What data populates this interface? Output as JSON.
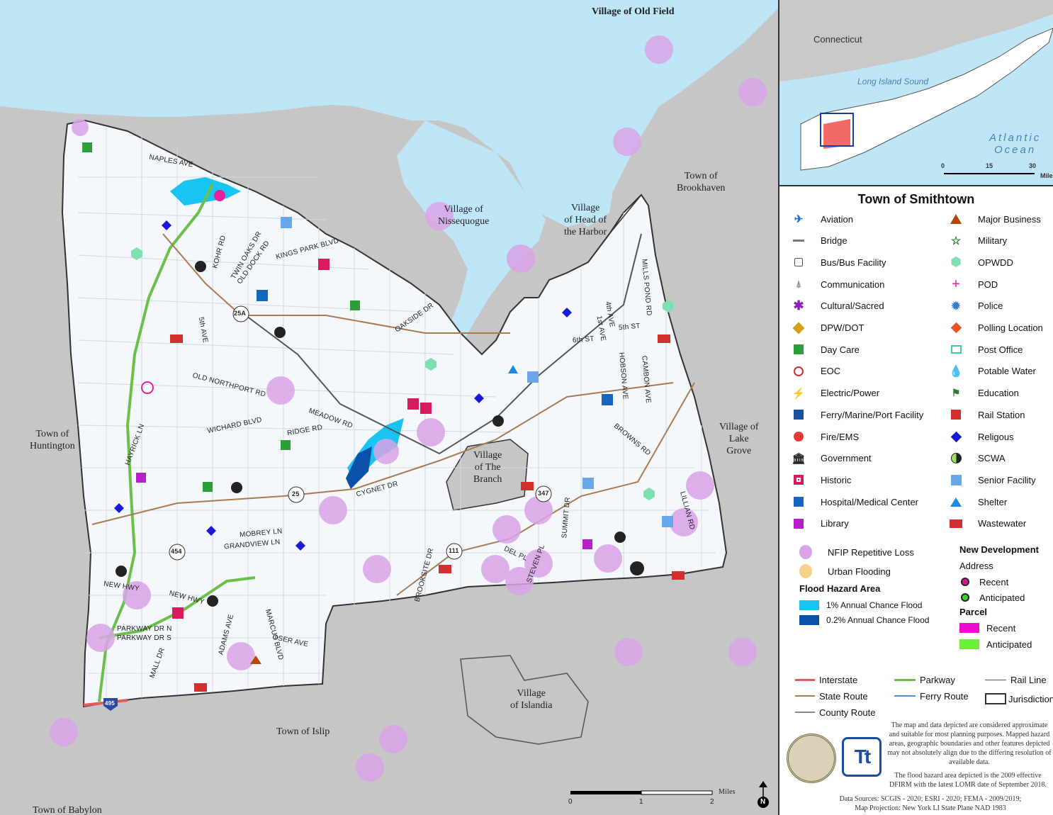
{
  "map": {
    "place_labels": [
      {
        "text": "Village of Old Field"
      },
      {
        "text": "Town of\nBrookhaven"
      },
      {
        "text": "Village of\nNissequogue"
      },
      {
        "text": "Village\nof Head of\nthe Harbor"
      },
      {
        "text": "Village of\nLake\nGrove"
      },
      {
        "text": "Town of\nHuntington"
      },
      {
        "text": "Village\nof The\nBranch"
      },
      {
        "text": "Village\nof Islandia"
      },
      {
        "text": "Town of Islip"
      },
      {
        "text": "Town of Babylon"
      }
    ],
    "road_labels": [
      "NAPLES AVE",
      "KOHR RD",
      "TWIN OAKS DR",
      "OLD DOCK RD",
      "KINGS PARK BLVD",
      "OAKSIDE DR",
      "OLD NORTHPORT RD",
      "MEADOW RD",
      "WICHARD BLVD",
      "RIDGE RD",
      "HAYRICK LN",
      "CYGNET DR",
      "MOBREY LN",
      "GRANDVIEW LN",
      "NEW HWY",
      "NEW HWY",
      "PARKWAY DR N",
      "PARKWAY DR S",
      "ADAMS AVE",
      "MARCUS BLVD",
      "OSER AVE",
      "MALL DR",
      "BROOKSITE DR",
      "DEL PL",
      "STEVEN PL",
      "SUMMIT DR",
      "LILLIAN RD",
      "BROWNS RD",
      "HOBSON AVE",
      "CAMBON AVE",
      "MILLS POND RD",
      "5th ST",
      "6th ST",
      "1st AVE",
      "4th AVE",
      "5th AVE"
    ],
    "route_shields": [
      "25A",
      "25",
      "454",
      "111",
      "347",
      "495"
    ],
    "scale_bar": {
      "unit": "Miles",
      "ticks": [
        "0",
        "1",
        "2"
      ]
    },
    "north_arrow": "N"
  },
  "inset": {
    "labels": [
      "Connecticut",
      "Long Island Sound",
      "Atlantic\nOcean"
    ],
    "scale": {
      "unit": "Miles",
      "ticks": [
        "0",
        "15",
        "30"
      ]
    }
  },
  "legend": {
    "title": "Town of Smithtown",
    "left_items": [
      {
        "label": "Aviation",
        "icon": "airplane-icon",
        "color": "#1c6fd1"
      },
      {
        "label": "Bridge",
        "icon": "bridge-icon",
        "color": "#777777"
      },
      {
        "label": "Bus/Bus Facility",
        "icon": "bus-icon",
        "color": "#555555"
      },
      {
        "label": "Communication",
        "icon": "antenna-icon",
        "color": "#888888"
      },
      {
        "label": "Cultural/Sacred",
        "icon": "asterisk-icon",
        "color": "#8a22b8"
      },
      {
        "label": "DPW/DOT",
        "icon": "construction-sign-icon",
        "color": "#d4a017"
      },
      {
        "label": "Day Care",
        "icon": "daycare-icon",
        "color": "#2e9e3a"
      },
      {
        "label": "EOC",
        "icon": "eoc-icon",
        "color": "#d32f2f"
      },
      {
        "label": "Electric/Power",
        "icon": "lightning-icon",
        "color": "#f2d21b"
      },
      {
        "label": "Ferry/Marine/Port Facility",
        "icon": "ferry-icon",
        "color": "#1d4fa0"
      },
      {
        "label": "Fire/EMS",
        "icon": "fire-icon",
        "color": "#e53935"
      },
      {
        "label": "Government",
        "icon": "government-building-icon",
        "color": "#222222"
      },
      {
        "label": "Historic",
        "icon": "historic-icon",
        "color": "#d81b60"
      },
      {
        "label": "Hospital/Medical Center",
        "icon": "hospital-icon",
        "color": "#1565c0"
      },
      {
        "label": "Library",
        "icon": "library-icon",
        "color": "#b620c9"
      }
    ],
    "right_items": [
      {
        "label": "Major Business",
        "icon": "triangle-icon",
        "color": "#b5470b"
      },
      {
        "label": "Military",
        "icon": "star-outline-icon",
        "color": "#2e7d32"
      },
      {
        "label": "OPWDD",
        "icon": "hexagon-icon",
        "color": "#7ee0b0"
      },
      {
        "label": "POD",
        "icon": "cross-icon",
        "color": "#e91e9c"
      },
      {
        "label": "Police",
        "icon": "police-star-icon",
        "color": "#3a7bd5"
      },
      {
        "label": "Polling Location",
        "icon": "diamond-orange-icon",
        "color": "#e8551e"
      },
      {
        "label": "Post Office",
        "icon": "envelope-icon",
        "color": "#3ccf9e"
      },
      {
        "label": "Potable Water",
        "icon": "water-drop-icon",
        "color": "#1565c0"
      },
      {
        "label": "Education",
        "icon": "flag-icon",
        "color": "#2e7d32"
      },
      {
        "label": "Rail Station",
        "icon": "train-icon",
        "color": "#d32f2f"
      },
      {
        "label": "Religous",
        "icon": "diamond-blue-icon",
        "color": "#1a1ad6"
      },
      {
        "label": "SCWA",
        "icon": "half-circle-icon",
        "color": "#222222"
      },
      {
        "label": "Senior Facility",
        "icon": "square-icon",
        "color": "#6aa7ea"
      },
      {
        "label": "Shelter",
        "icon": "shelter-triangle-icon",
        "color": "#1e88e5"
      },
      {
        "label": "Wastewater",
        "icon": "wtp-icon",
        "color": "#d32f2f"
      }
    ],
    "nfip_label": "NFIP Repetitive Loss",
    "nfip_color": "#d9a3e8",
    "urban_label": "Urban Flooding",
    "urban_color": "#f8d28a",
    "flood_title": "Flood Hazard Area",
    "flood_items": [
      {
        "label": "1% Annual Chance Flood",
        "color": "#19c3f2"
      },
      {
        "label": "0.2% Annual Chance Flood",
        "color": "#0a4fa8"
      }
    ],
    "new_dev_title": "New Development",
    "address_title": "Address",
    "address_items": [
      {
        "label": "Recent",
        "color": "#e0119a"
      },
      {
        "label": "Anticipated",
        "color": "#3ad12c"
      }
    ],
    "parcel_title": "Parcel",
    "parcel_items": [
      {
        "label": "Recent",
        "color": "#f00ccf"
      },
      {
        "label": "Anticipated",
        "color": "#6cf03a"
      }
    ],
    "lines": [
      {
        "label": "Interstate",
        "color": "#e85a5a"
      },
      {
        "label": "Parkway",
        "color": "#6cc04a"
      },
      {
        "label": "Rail Line",
        "color": "#555555"
      },
      {
        "label": "State Route",
        "color": "#a67c52"
      },
      {
        "label": "Ferry Route",
        "color": "#4a90d9"
      },
      {
        "label": "Jurisdiction",
        "color": "#333333"
      },
      {
        "label": "County Route",
        "color": "#888888"
      }
    ],
    "disclaimer_1": "The map and data depicted are considered approximate and suitable for most planning purposes. Mapped hazard areas, geographic boundaries and other features depicted may not absolutely align due to the differing resolution of available data.",
    "disclaimer_2": "The flood hazard area depicted is the 2009 effective DFIRM with the latest LOMR date of September 2018.",
    "sources": "Data Sources: SCGIS - 2020; ESRI - 2020; FEMA - 2009/2019;",
    "projection": "Map Projection: New York LI State Plane NAD 1983",
    "logo_text": "Tt"
  }
}
